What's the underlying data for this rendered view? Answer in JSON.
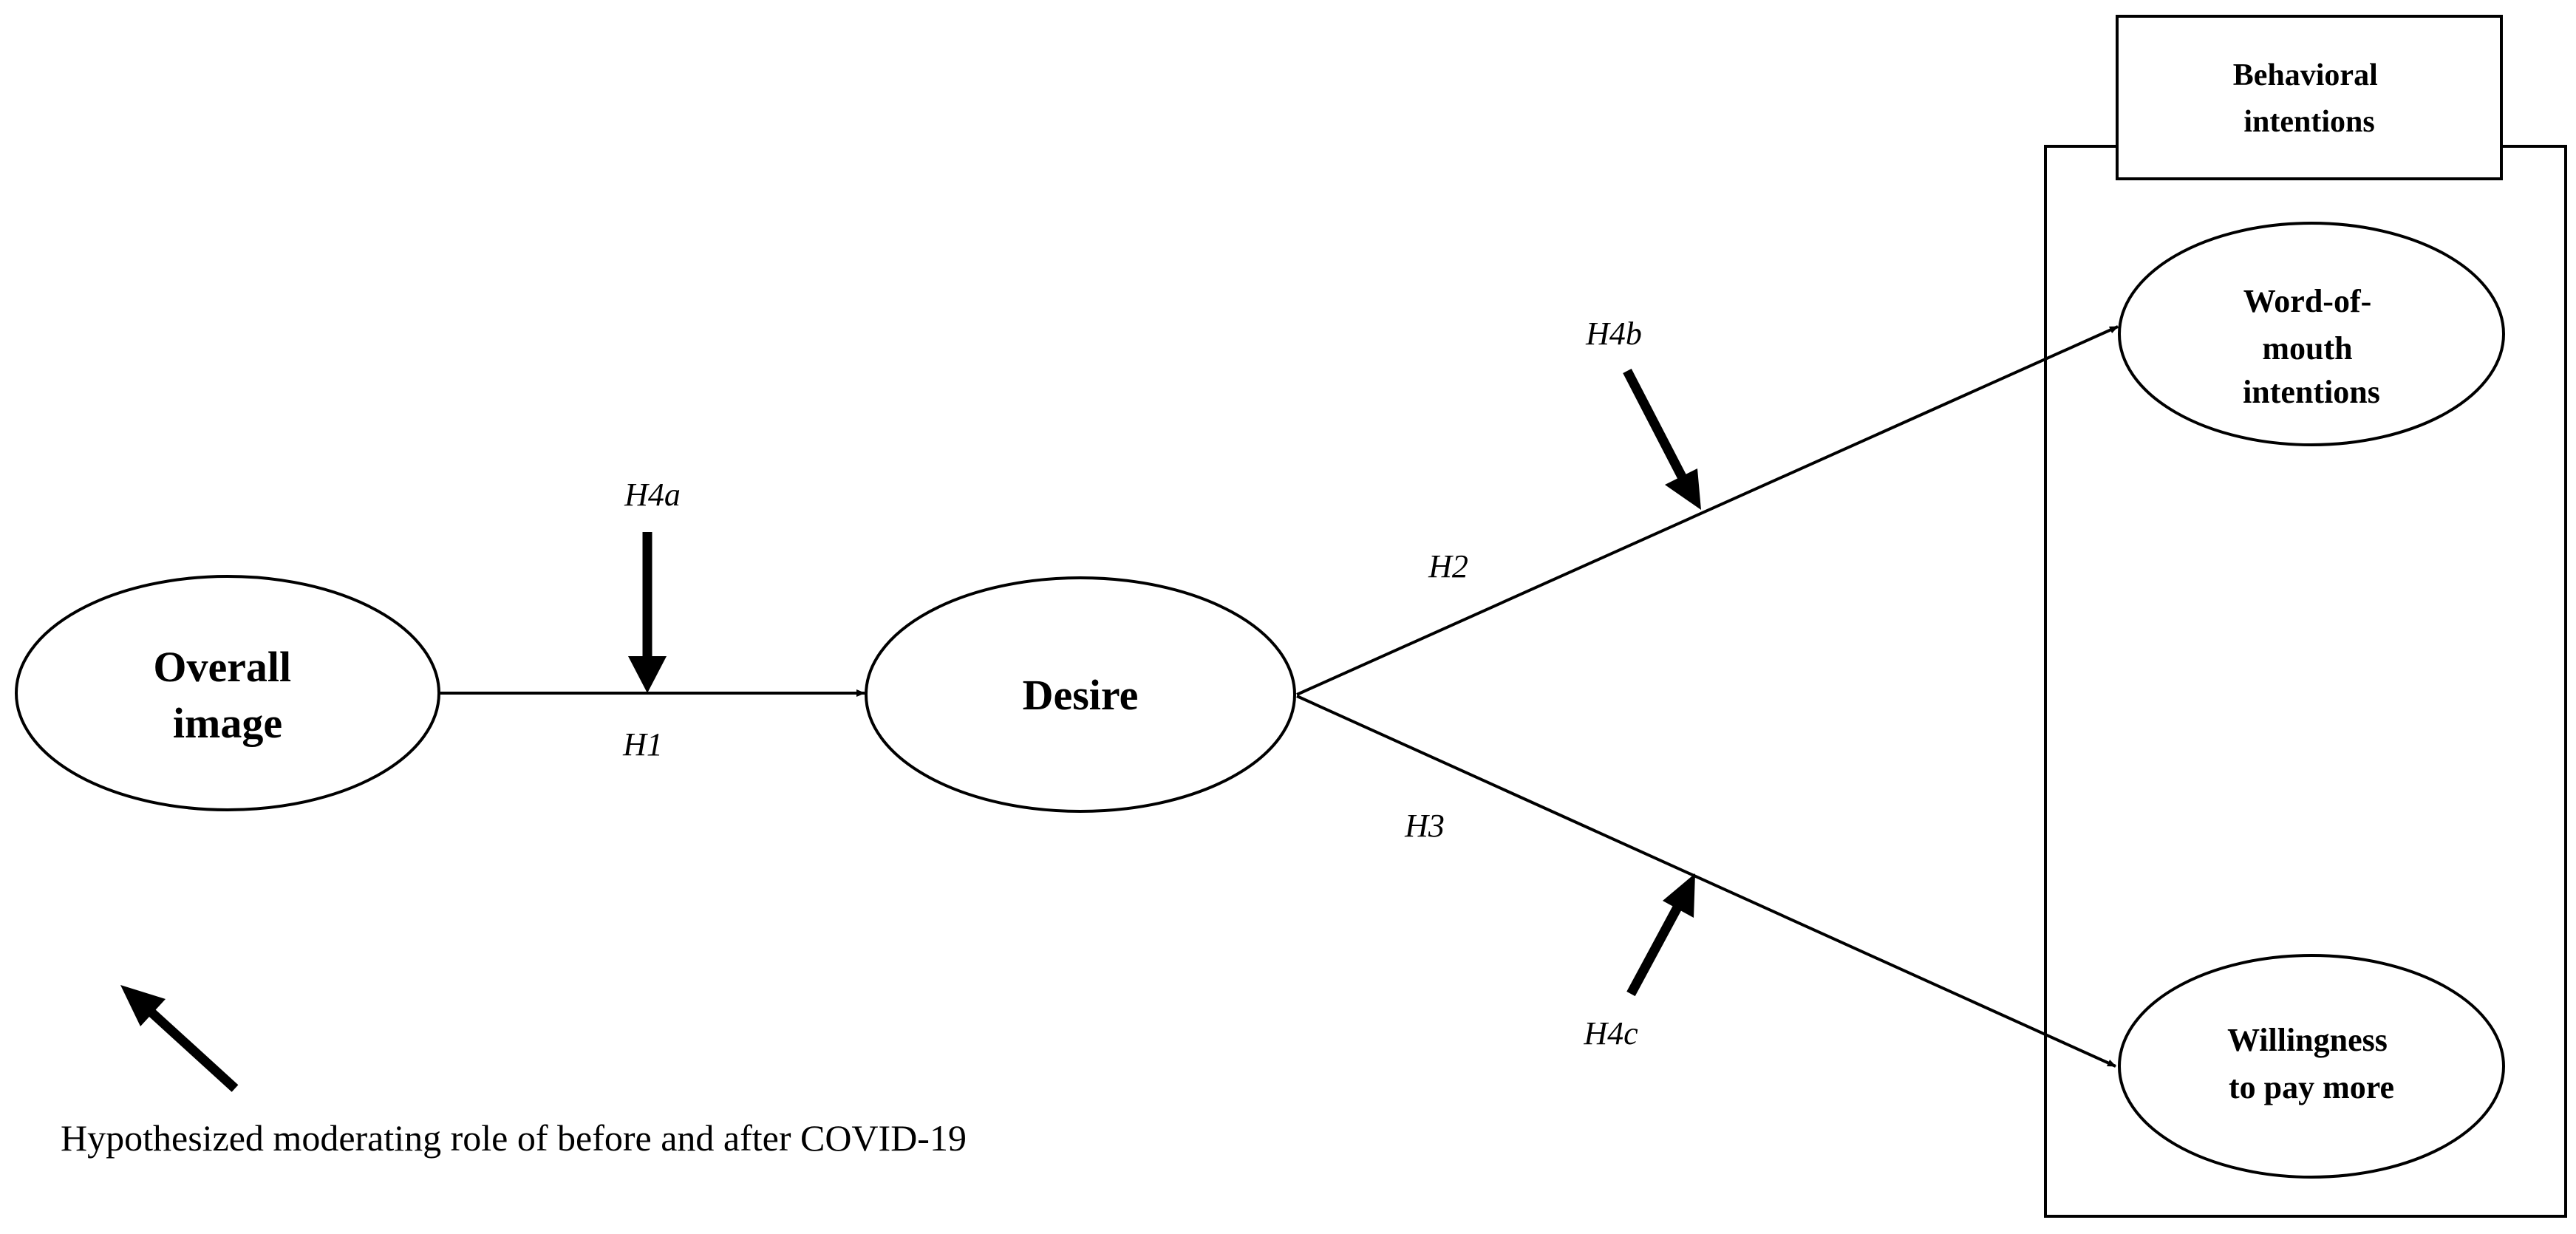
{
  "diagram": {
    "group": {
      "label_lines": [
        "Behavioral",
        "intentions"
      ]
    },
    "nodes": {
      "overall_image": {
        "lines": [
          "Overall",
          "image"
        ]
      },
      "desire": {
        "lines": [
          "Desire"
        ]
      },
      "word_of_mouth": {
        "lines": [
          "Word-of-",
          "mouth",
          "intentions"
        ]
      },
      "willingness": {
        "lines": [
          "Willingness",
          "to pay more"
        ]
      }
    },
    "hypotheses": {
      "h1": "H1",
      "h2": "H2",
      "h3": "H3",
      "h4a": "H4a",
      "h4b": "H4b",
      "h4c": "H4c"
    },
    "legend": {
      "text": "Hypothesized moderating role of before and after COVID-19"
    },
    "colors": {
      "stroke": "#000000",
      "background": "#ffffff"
    }
  }
}
